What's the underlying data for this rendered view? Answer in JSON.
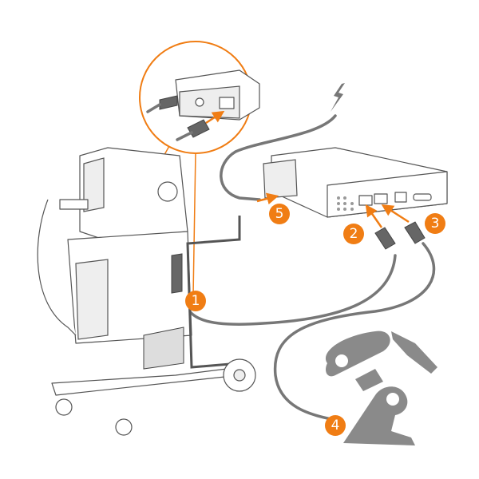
{
  "colors": {
    "accent": "#f07d14",
    "cable": "#777777",
    "robot": "#8a8a8a"
  },
  "badges": [
    {
      "label": "1"
    },
    {
      "label": "2"
    },
    {
      "label": "3"
    },
    {
      "label": "4"
    },
    {
      "label": "5"
    }
  ],
  "icons": [
    "lightning-icon"
  ]
}
